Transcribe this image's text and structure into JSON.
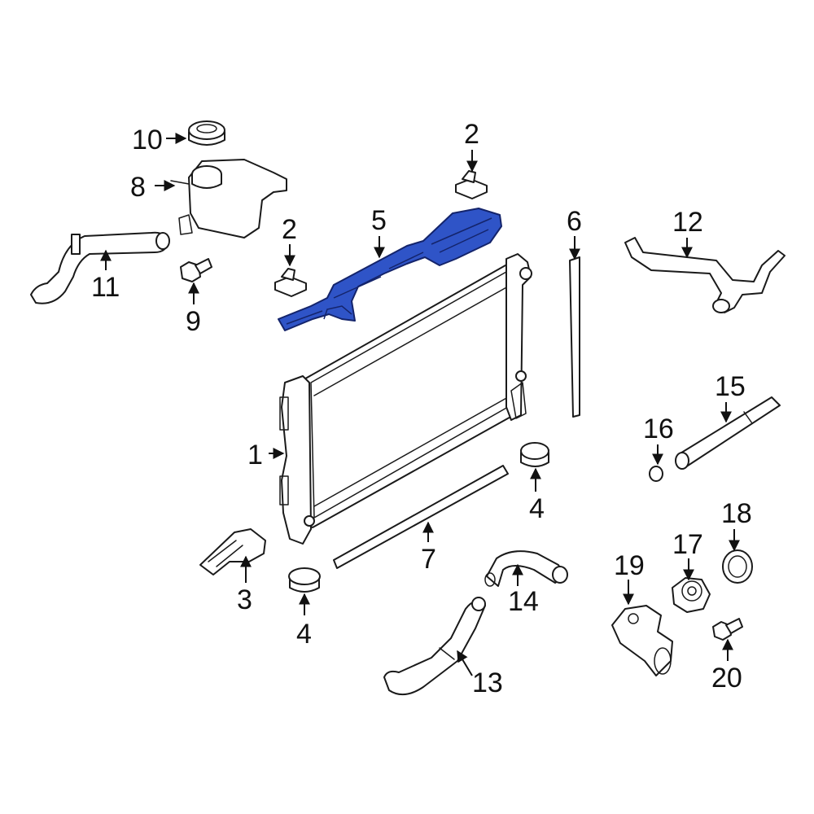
{
  "highlight_color": "#2f54c7",
  "callouts": [
    {
      "id": "c1",
      "text": "1"
    },
    {
      "id": "c2a",
      "text": "2"
    },
    {
      "id": "c2b",
      "text": "2"
    },
    {
      "id": "c3",
      "text": "3"
    },
    {
      "id": "c4a",
      "text": "4"
    },
    {
      "id": "c4b",
      "text": "4"
    },
    {
      "id": "c5",
      "text": "5"
    },
    {
      "id": "c6",
      "text": "6"
    },
    {
      "id": "c7",
      "text": "7"
    },
    {
      "id": "c8",
      "text": "8"
    },
    {
      "id": "c9",
      "text": "9"
    },
    {
      "id": "c10",
      "text": "10"
    },
    {
      "id": "c11",
      "text": "11"
    },
    {
      "id": "c12",
      "text": "12"
    },
    {
      "id": "c13",
      "text": "13"
    },
    {
      "id": "c14",
      "text": "14"
    },
    {
      "id": "c15",
      "text": "15"
    },
    {
      "id": "c16",
      "text": "16"
    },
    {
      "id": "c17",
      "text": "17"
    },
    {
      "id": "c18",
      "text": "18"
    },
    {
      "id": "c19",
      "text": "19"
    },
    {
      "id": "c20",
      "text": "20"
    }
  ]
}
